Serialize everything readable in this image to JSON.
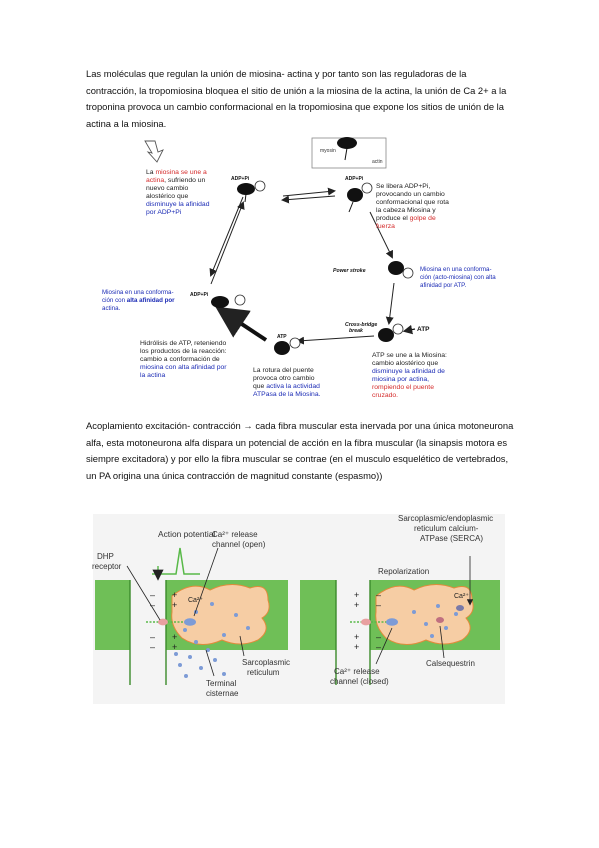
{
  "text": {
    "paragraph1": "Las moléculas que regulan la unión de miosina- actina y por tanto son las reguladoras de la contracción, la tropomiosina bloquea el sitio de unión a la miosina de la actina, la unión de Ca 2+ a la troponina provoca un cambio conformacional en la tropomiosina que expone los sitios de unión de la actina a la miosina.",
    "paragraph2": "Acoplamiento excitación- contracción → cada fibra muscular esta inervada por una única motoneurona alfa, esta motoneurona alfa dispara un potencial de acción en la fibra muscular (la sinapsis motora es siempre excitadora) y por ello la fibra muscular se contrae (en el musculo esquelético de vertebrados, un PA origina una única contracción de magnitud constante (espasmo))"
  },
  "cycle": {
    "inset_myosin": "myosin",
    "inset_actin": "actin",
    "adp_pi": "ADP+Pi",
    "atp": "ATP",
    "power_stroke": "Power stroke",
    "cross_bridge_1": "Cross-bridge",
    "cross_bridge_2": "break",
    "tl": {
      "l1a": "La ",
      "l1b": "miosina",
      "l1c": "  se une a",
      "l2a": "actina",
      "l2b": ", sufriendo un",
      "l3": "nuevo cambio",
      "l4a": "alostérico que ",
      "l4b": "",
      "l5": "disminuye la afinidad",
      "l6": "por ADP+Pi"
    },
    "tr": {
      "l1": "Se libera ADP+Pi,",
      "l2": "provocando un cambio",
      "l3": "conformacional que rota",
      "l4": "la cabeza Miosina y",
      "l5a": "produce el ",
      "l5b": "golpe de",
      "l6": "fuerza"
    },
    "mr": {
      "l1": "Miosina en una conforma-",
      "l2": "ción (acto-miosina) con alta",
      "l3": "afinidad por ATP."
    },
    "ml": {
      "l1": "Miosina en una conforma-",
      "l2a": "ción con ",
      "l2b": "alta afinidad por",
      "l3": "actina."
    },
    "bl": {
      "l1": "Hidrólisis de ATP, reteniendo",
      "l2": "los productos de la reacción:",
      "l3": "cambio a conformación de",
      "l4": "miosina con alta afinidad por",
      "l5": "la actina"
    },
    "bm": {
      "l1": "La rotura del puente",
      "l2": "provoca otro cambio",
      "l3a": "que ",
      "l3b": "activa la actividad",
      "l4": "ATPasa de la Miosina."
    },
    "br": {
      "l1": "ATP se une a la Miosina:",
      "l2": "cambio alostérico que",
      "l3": "disminuye la afinidad de",
      "l4": "miosina por actina,",
      "l5": "rompiendo el puente",
      "l6": "cruzado."
    }
  },
  "ec": {
    "action_potential": "Action potential",
    "dhp_1": "DHP",
    "dhp_2": "receptor",
    "ca_release_open_1": "Ca²⁺ release",
    "ca_release_open_2": "channel (open)",
    "ca_ion": "Ca²⁺",
    "sr_1": "Sarcoplasmic",
    "sr_2": "reticulum",
    "tc_1": "Terminal",
    "tc_2": "cisternae",
    "serca_1": "Sarcoplasmic/endoplasmic",
    "serca_2": "reticulum calcium-",
    "serca_3": "ATPase (SERCA)",
    "repolarization": "Repolarization",
    "ca_release_closed_1": "Ca²⁺ release",
    "ca_release_closed_2": "channel (closed)",
    "calsequestrin": "Calsequestrin"
  },
  "colors": {
    "red": "#d42a2a",
    "blue": "#1b2bb5",
    "green": "#58b948",
    "membrane_green": "#6fbf57",
    "sr_fill": "#f6cda4",
    "ca_dot": "#7d9bd6"
  }
}
